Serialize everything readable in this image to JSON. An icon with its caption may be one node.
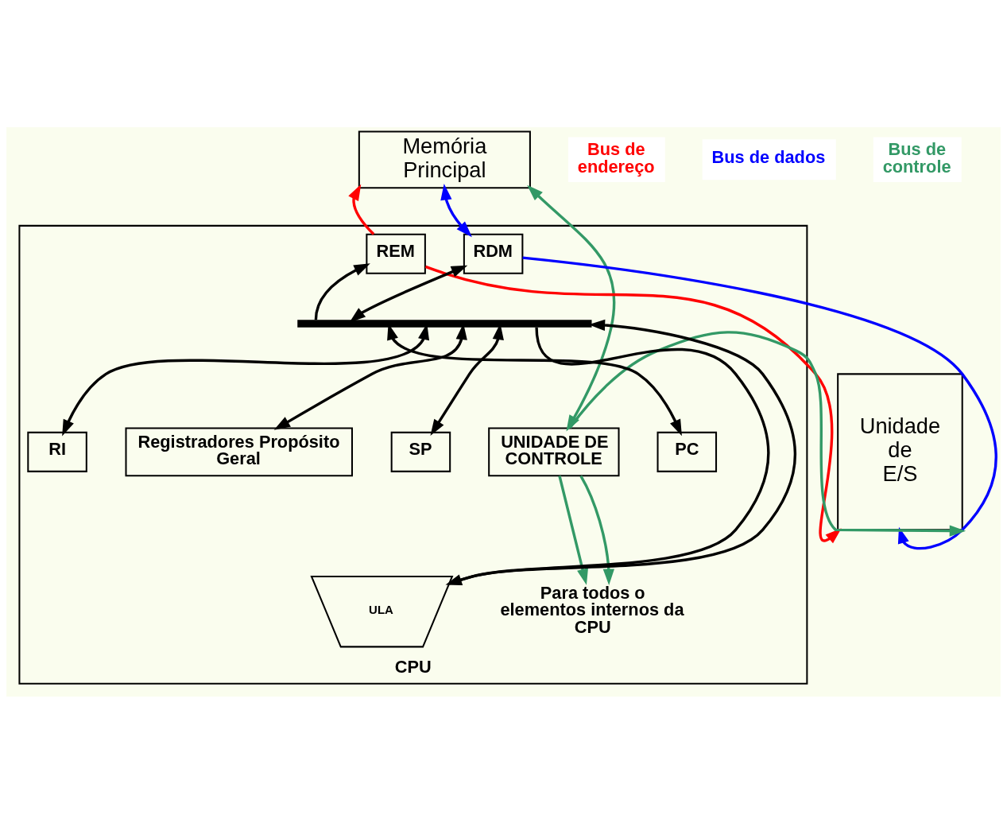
{
  "diagram": {
    "nodes": [
      {
        "text": [
          "Memória Principal"
        ]
      },
      {
        "text": [
          "Unidade de E/S"
        ]
      },
      {
        "text": [
          "CPU"
        ]
      },
      {
        "text": [
          "REM"
        ],
        "in": 2
      },
      {
        "text": [
          "RDM"
        ],
        "in": 2
      },
      {
        "text": [
          "PC"
        ],
        "in": 2
      },
      {
        "text": [
          "RI"
        ],
        "in": 2
      },
      {
        "text": [
          "SP"
        ],
        "in": 2
      },
      {
        "text": [
          "Registradores Propósito Geral"
        ],
        "in": 2
      },
      {
        "text": [
          "UNIDADE DE CONTROLE"
        ],
        "in": 2
      },
      {
        "text": [
          "ULA"
        ],
        "in": 2
      },
      {
        "text": [
          "Para todos o elementos internos da CPU"
        ],
        "in": 2
      },
      {
        "text": [],
        "shape": "bar",
        "in": 2
      }
    ],
    "edges": [
      {
        "from": 3,
        "to": 0,
        "arrow": "to",
        "color": "#ff0000"
      },
      {
        "from": 3,
        "to": 1,
        "arrow": "to",
        "color": "#ff0000"
      },
      {
        "from": 4,
        "to": 0,
        "arrow": "both",
        "color": "#0000ff"
      },
      {
        "from": 4,
        "to": 1,
        "arrow": "to",
        "color": "#0000ff"
      },
      {
        "from": 9,
        "to": 0,
        "arrow": "both",
        "color": "#339966"
      },
      {
        "from": 9,
        "to": 1,
        "arrow": "to",
        "color": "#339966"
      },
      {
        "from": 12,
        "to": 3,
        "arrow": "to"
      },
      {
        "from": 12,
        "to": 4,
        "arrow": "both"
      },
      {
        "from": 5,
        "to": 12,
        "arrow": "both"
      },
      {
        "from": 6,
        "to": 12,
        "arrow": "both"
      },
      {
        "from": 12,
        "to": 8,
        "arrow": "both"
      },
      {
        "from": 7,
        "to": 12,
        "arrow": "both"
      },
      {
        "from": 12,
        "to": 10,
        "arrow": "to"
      },
      {
        "from": 10,
        "to": 12,
        "arrow": "to"
      },
      {
        "from": 9,
        "to": 11,
        "arrow": "to",
        "color": "#339966"
      },
      {
        "from": 9,
        "to": 11,
        "arrow": "to",
        "color": "#339966"
      }
    ],
    "labels": [
      "Bus de endereço",
      "Bus de dados",
      "Bus de controle"
    ]
  }
}
